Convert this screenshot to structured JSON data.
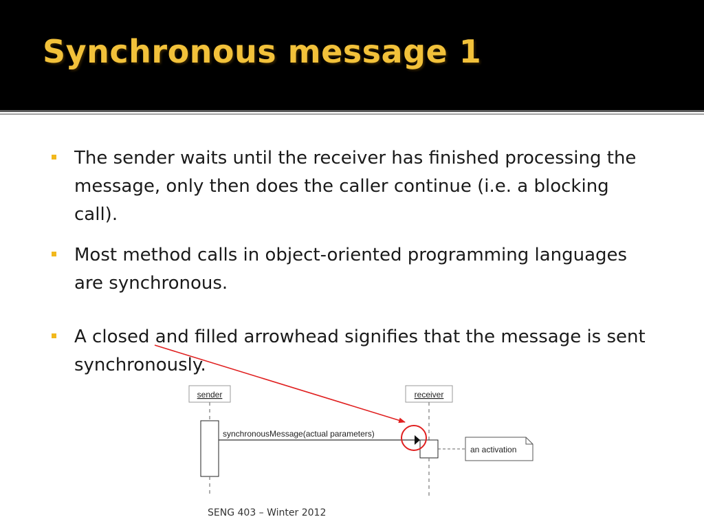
{
  "slide": {
    "title": "Synchronous message 1",
    "bullets": [
      "The sender waits until the receiver has finished processing the message, only then does the caller continue (i.e. a blocking call).",
      "Most method calls in object-oriented programming languages are synchronous.",
      "A closed and filled arrowhead signifies that the message is sent synchronously."
    ],
    "footer": "SENG 403 – Winter 2012"
  },
  "diagram": {
    "lifelines": {
      "sender": "sender",
      "receiver": "receiver"
    },
    "message": "synchronousMessage(actual parameters)",
    "note": "an activation"
  },
  "colors": {
    "title": "#f2c13a",
    "bullet_marker": "#f2b81c",
    "annotation": "#e02020"
  }
}
